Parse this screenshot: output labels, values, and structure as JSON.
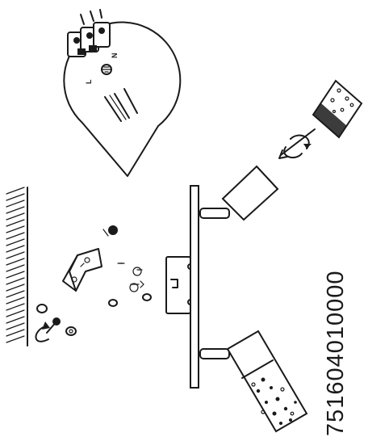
{
  "product_code": "751604010000",
  "terminal_labels": {
    "live": "L",
    "neutral": "N"
  }
}
